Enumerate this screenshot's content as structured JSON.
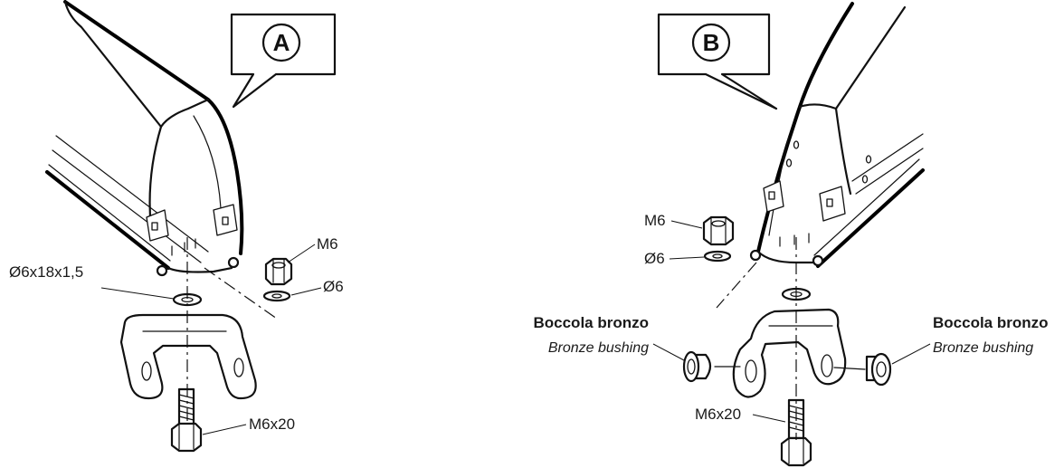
{
  "callouts": {
    "a": "A",
    "b": "B"
  },
  "labels_a": {
    "nut": "M6",
    "washer_small": "Ø6",
    "washer_large": "Ø6x18x1,5",
    "screw": "M6x20"
  },
  "labels_b": {
    "nut": "M6",
    "washer": "Ø6",
    "bushing_left_it": "Boccola bronzo",
    "bushing_left_en": "Bronze bushing",
    "bushing_right_it": "Boccola bronzo",
    "bushing_right_en": "Bronze bushing",
    "screw": "M6x20"
  }
}
